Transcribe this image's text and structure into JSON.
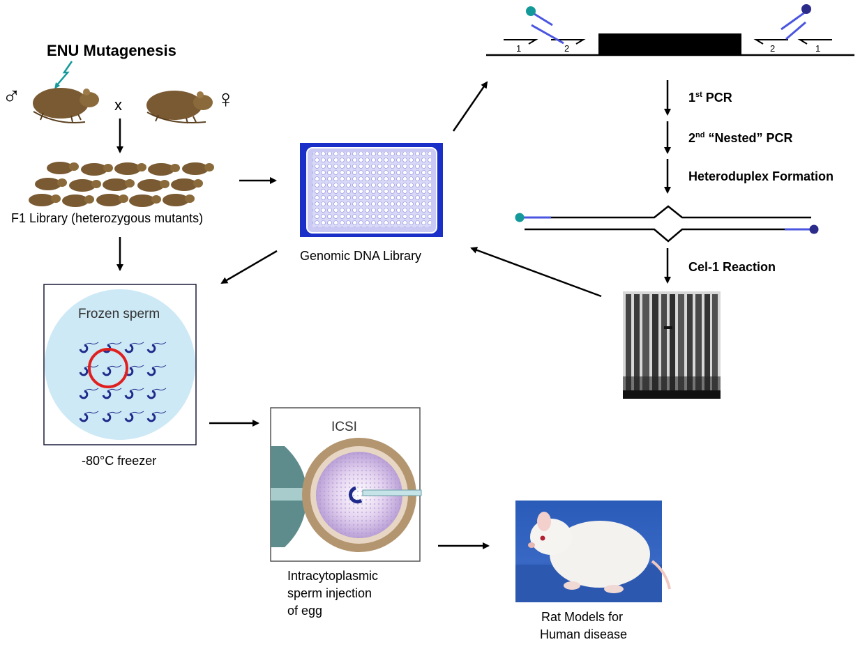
{
  "colors": {
    "teal": "#139999",
    "navy": "#2b2b8a",
    "primer_blue": "#4a55e0",
    "frozen_bg": "#cde9f6",
    "plate_blue": "#1a2fc8",
    "red_circle": "#e02020",
    "rat_brown": "#7a5a32"
  },
  "left": {
    "title": "ENU Mutagenesis",
    "male_symbol": "♂",
    "cross": "x",
    "female_symbol": "♀",
    "library_label": "F1 Library (heterozygous mutants)",
    "frozen_title": "Frozen sperm",
    "freezer_label": "-80°C freezer"
  },
  "center": {
    "plate_label": "Genomic DNA Library",
    "icsi_title": "ICSI",
    "icsi_label_1": "Intracytoplasmic",
    "icsi_label_2": "sperm injection",
    "icsi_label_3": "of egg",
    "rat_label_1": "Rat Models for",
    "rat_label_2": "Human disease"
  },
  "right": {
    "primer_1_left": "1",
    "primer_2_left": "2",
    "primer_2_right": "2",
    "primer_1_right": "1",
    "step_1_num": "1",
    "step_1_sup": "st",
    "step_1_rest": " PCR",
    "step_2_num": "2",
    "step_2_sup": "nd",
    "step_2_rest": " “Nested” PCR",
    "step_3": "Heteroduplex Formation",
    "step_4": "Cel-1 Reaction"
  }
}
